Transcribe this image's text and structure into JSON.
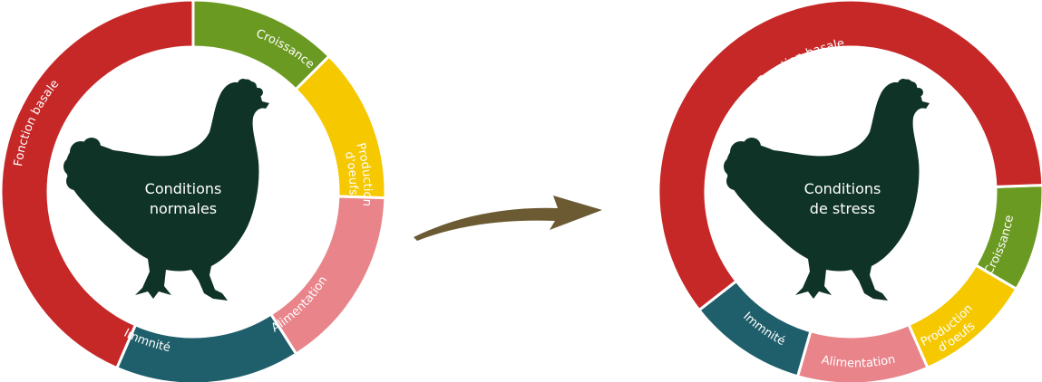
{
  "colors": {
    "fonction_basale": "#c62828",
    "croissance": "#6b9a22",
    "production": "#f5c800",
    "alimentation": "#e8848a",
    "immunite": "#1f5f6b",
    "hen": "#0f3326",
    "arrow": "#6b5a32"
  },
  "icons": {
    "hen": "hen-silhouette-icon",
    "arrow": "curved-arrow-icon"
  },
  "normal": {
    "center_line1": "Conditions",
    "center_line2": "normales",
    "segments": [
      {
        "key": "croissance",
        "label": "Croissance",
        "share": 0.125
      },
      {
        "key": "production",
        "label_line1": "Production",
        "label_line2": "d'oeufs",
        "share": 0.13
      },
      {
        "key": "alimentation",
        "label": "Alimentation",
        "share": 0.155
      },
      {
        "key": "immunite",
        "label": "Immnité",
        "share": 0.155
      },
      {
        "key": "fonction_basale",
        "label": "Fonction basale",
        "share": 0.435
      }
    ]
  },
  "stress": {
    "center_line1": "Conditions",
    "center_line2": "de stress",
    "segments": [
      {
        "key": "croissance",
        "label": "Croissance",
        "share": 0.09
      },
      {
        "key": "production",
        "label_line1": "Production",
        "label_line2": "d'oeufs",
        "share": 0.1
      },
      {
        "key": "alimentation",
        "label": "Alimentation",
        "share": 0.11
      },
      {
        "key": "immunite",
        "label": "Immnité",
        "share": 0.1
      },
      {
        "key": "fonction_basale",
        "label": "Fonction basale",
        "share": 0.6
      }
    ]
  }
}
